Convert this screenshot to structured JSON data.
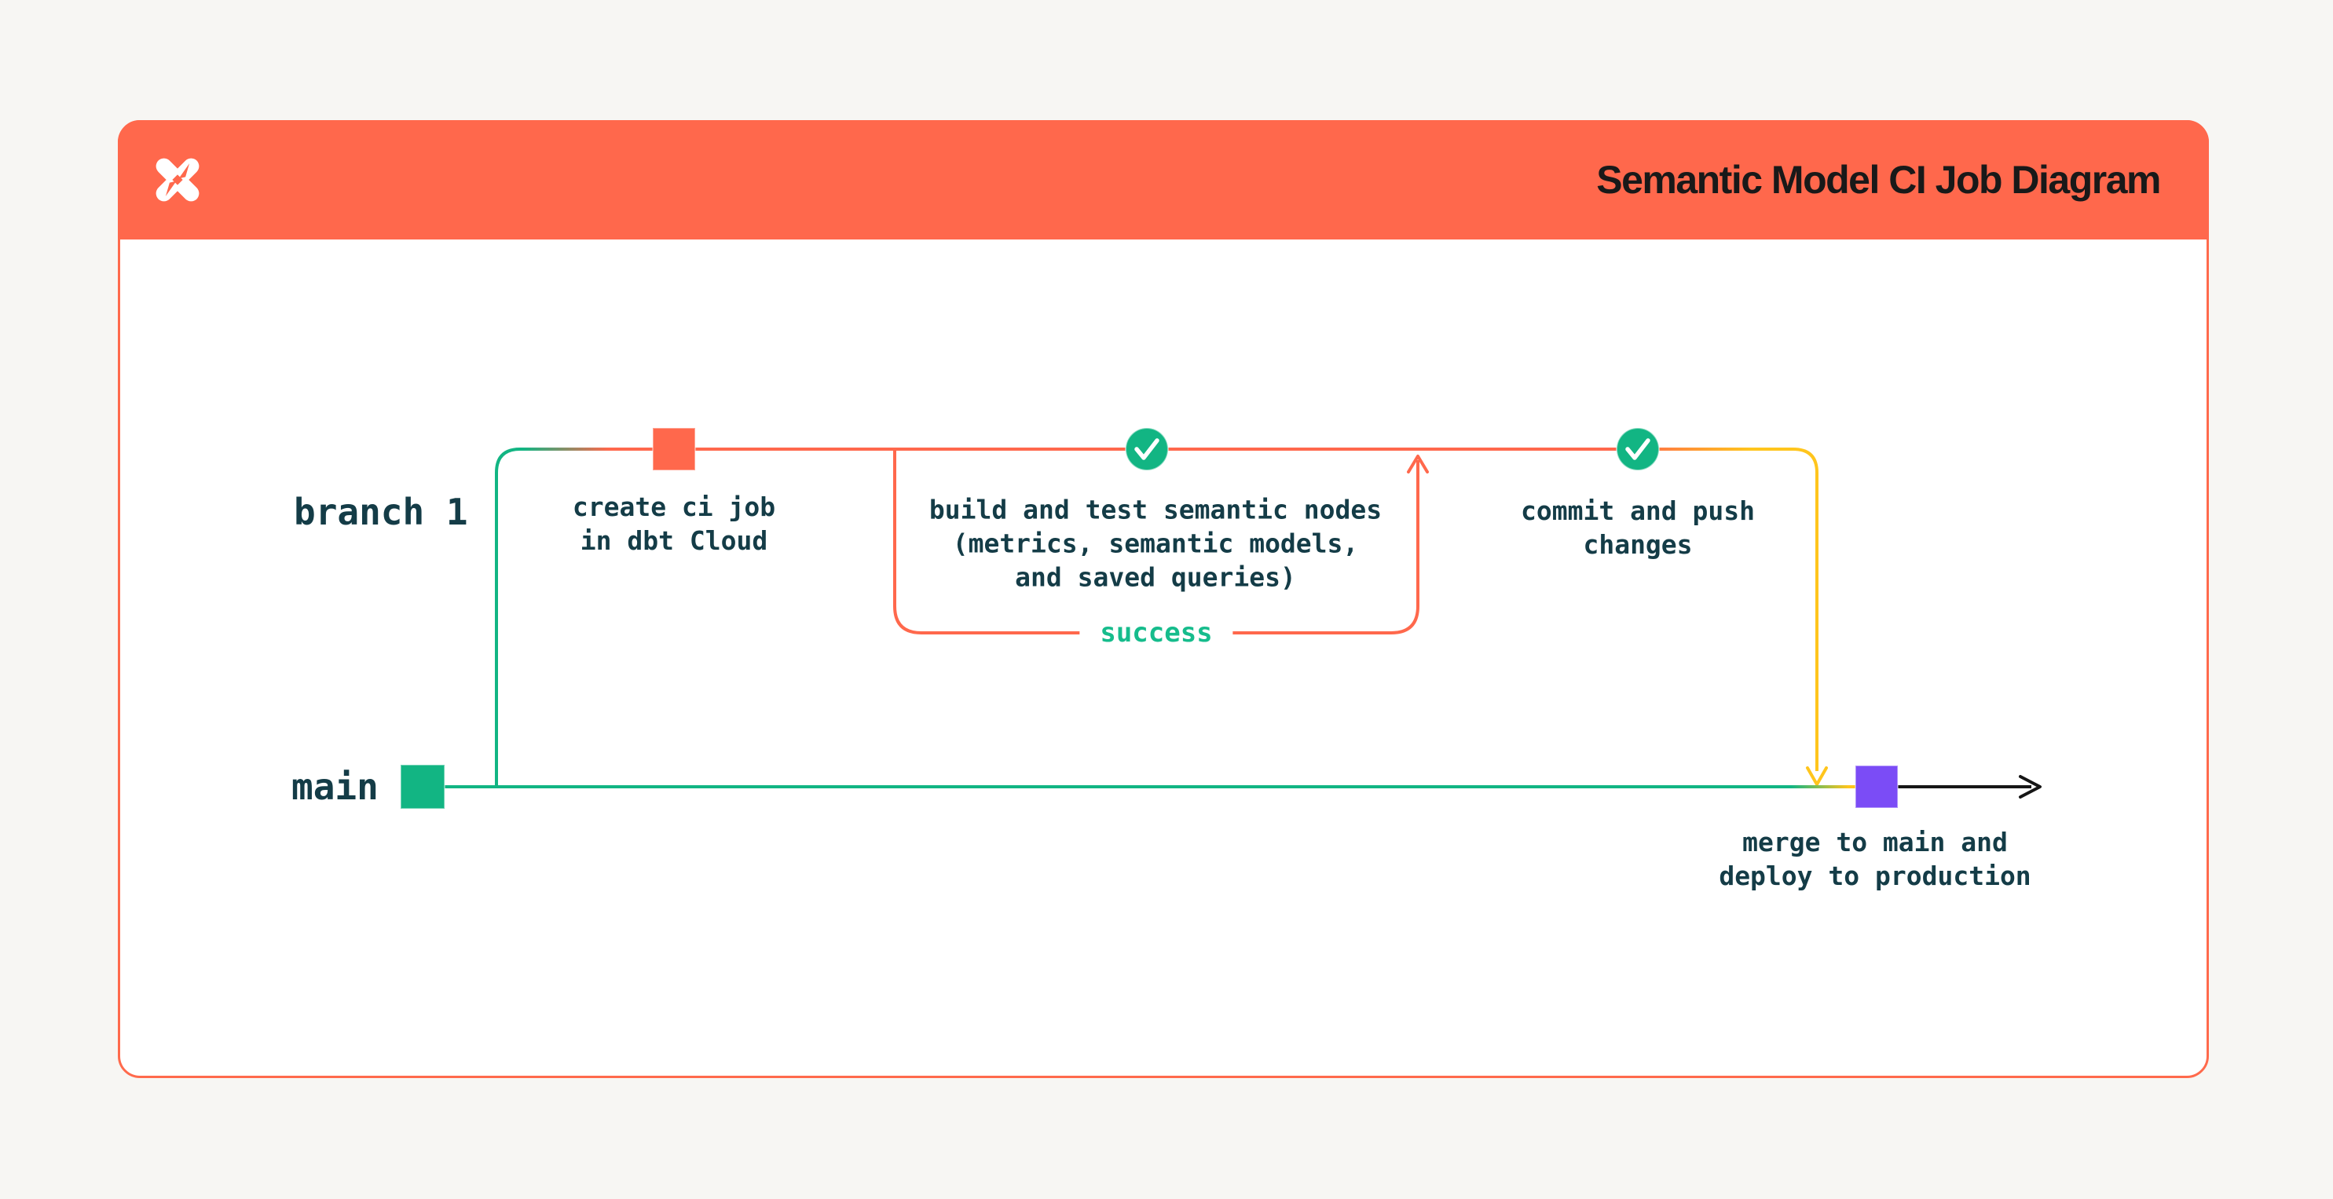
{
  "header": {
    "title": "Semantic Model CI Job Diagram",
    "logo_icon": "dbt-logo"
  },
  "diagram": {
    "branch_label": "branch 1",
    "main_label": "main",
    "success_label": "success",
    "nodes": {
      "create_ci": {
        "line1": "create ci job",
        "line2": "in dbt Cloud"
      },
      "build_test": {
        "line1": "build and test semantic nodes",
        "line2": "(metrics, semantic models,",
        "line3": "and saved queries)"
      },
      "commit_push": {
        "line1": "commit and push",
        "line2": "changes"
      },
      "merge_deploy": {
        "line1": "merge to main and",
        "line2": "deploy to production"
      }
    },
    "icons": {
      "check_1": "check-circle",
      "check_2": "check-circle",
      "create_ci_commit": "orange-commit-square",
      "main_start_commit": "green-commit-square",
      "merge_commit": "purple-commit-square"
    }
  },
  "colors": {
    "header_bg": "#FF684C",
    "card_border": "#FF6A4C",
    "orange_line": "#FF684C",
    "green": "#12B583",
    "success_text": "#16BC8C",
    "yellow": "#FFC51D",
    "purple": "#7B4CF6",
    "dark_text": "#143C47",
    "title_text": "#191919",
    "arrow_black": "#161616",
    "page_bg": "#F7F6F3"
  }
}
